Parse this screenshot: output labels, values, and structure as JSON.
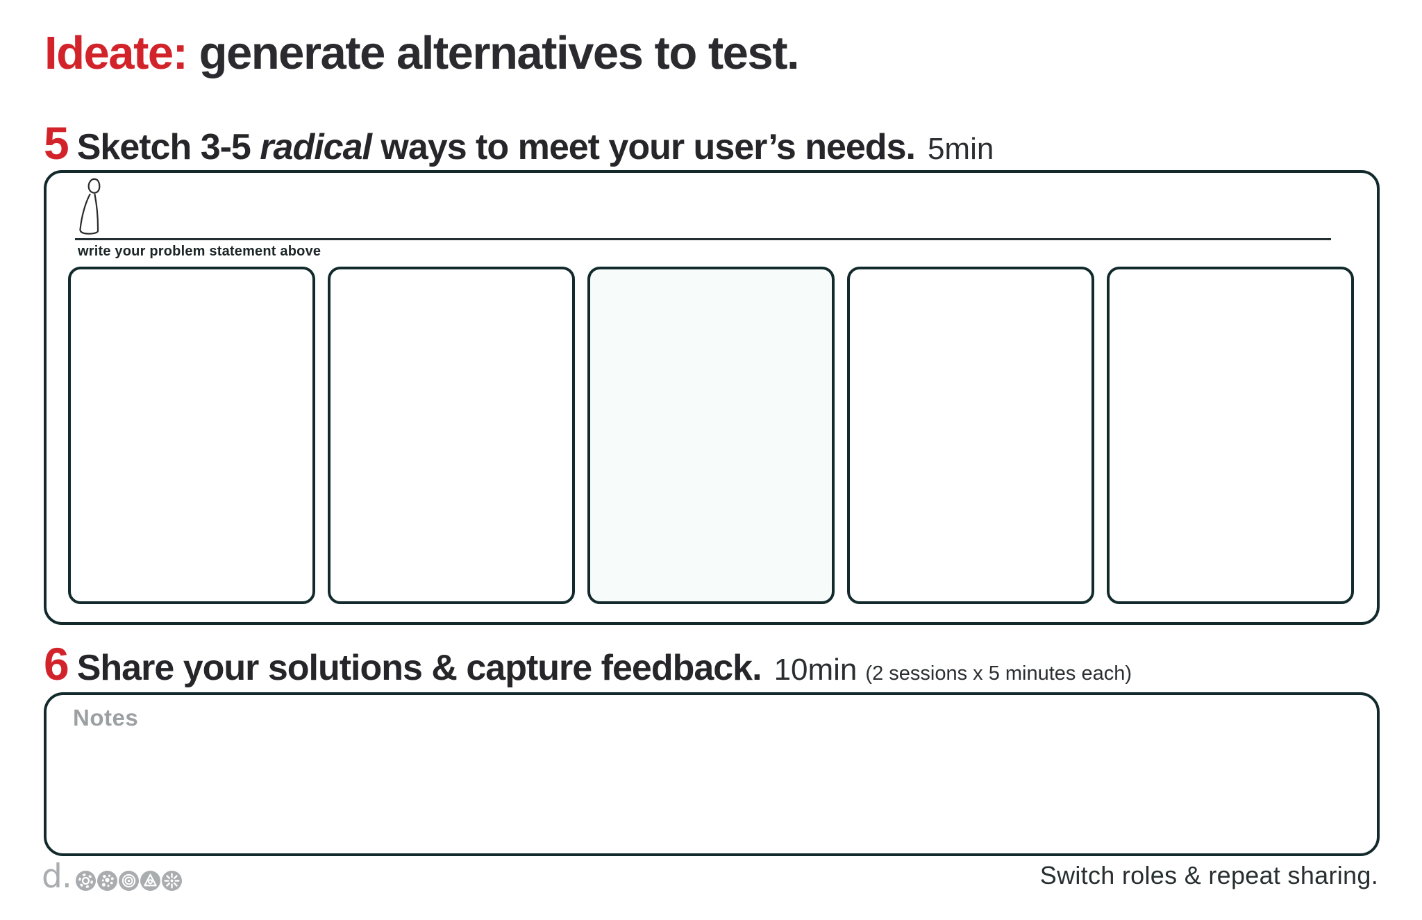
{
  "header": {
    "title_accent": "Ideate:",
    "title_rest": " generate alternatives to test."
  },
  "step5": {
    "number": "5",
    "title_pre": "Sketch 3-5 ",
    "title_em": "radical",
    "title_post": " ways to meet your user’s needs.",
    "duration": "5min",
    "problem_caption": "write your problem statement above",
    "sketch_box_count": 5
  },
  "step6": {
    "number": "6",
    "title": "Share your solutions & capture feedback.",
    "duration": "10min",
    "duration_note": "(2 sessions x 5 minutes each)",
    "notes_label": "Notes",
    "footer_note": "Switch roles & repeat sharing."
  },
  "footer": {
    "logo_text": "d.",
    "logo_icons": [
      "gear-icon",
      "dots-icon",
      "rings-icon",
      "trefoil-icon",
      "burst-icon"
    ]
  },
  "colors": {
    "accent_red": "#d2232a",
    "ink": "#2b2b2f",
    "frame_border": "#122a2c",
    "muted_gray": "#a9adaf",
    "tint_mint": "#f7fcfa"
  }
}
